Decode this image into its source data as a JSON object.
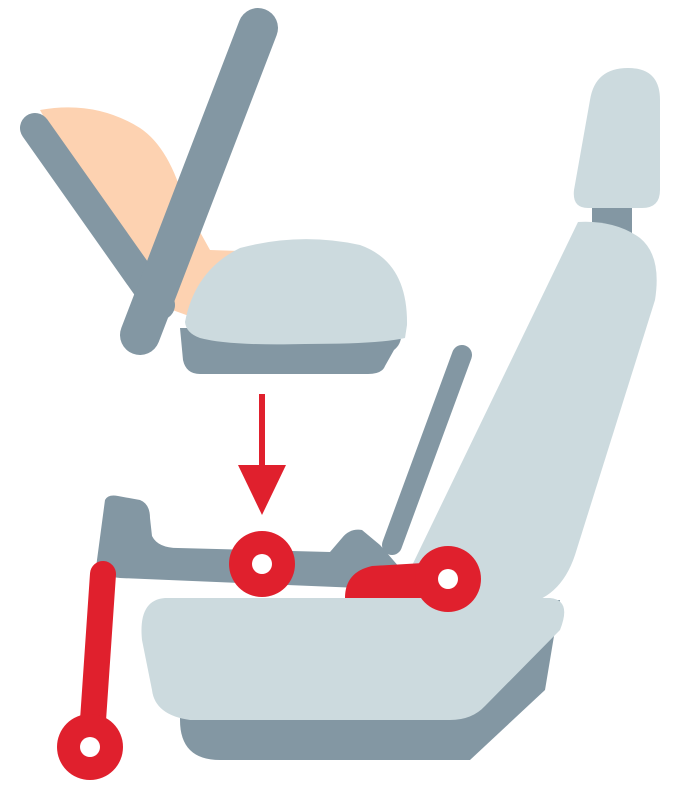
{
  "illustration": {
    "subject": "infant-car-seat-installation",
    "colors": {
      "background": "#ffffff",
      "seat_light": "#ccdade",
      "frame_dark": "#8397a3",
      "canopy_peach": "#fdd2b1",
      "accent_red": "#e0202d",
      "dot_white": "#ffffff"
    },
    "parts": {
      "carrier": "infant-carrier",
      "handle": "carry-handle",
      "canopy": "sun-canopy",
      "base": "isofix-base",
      "support_leg": "support-leg",
      "vehicle_seat": "vehicle-seat",
      "headrest": "headrest",
      "seat_belt": "seat-belt",
      "attach_arrow": "down-arrow",
      "attach_points": [
        "carrier-latch-point",
        "isofix-anchor-point",
        "support-leg-foot-point"
      ]
    }
  }
}
